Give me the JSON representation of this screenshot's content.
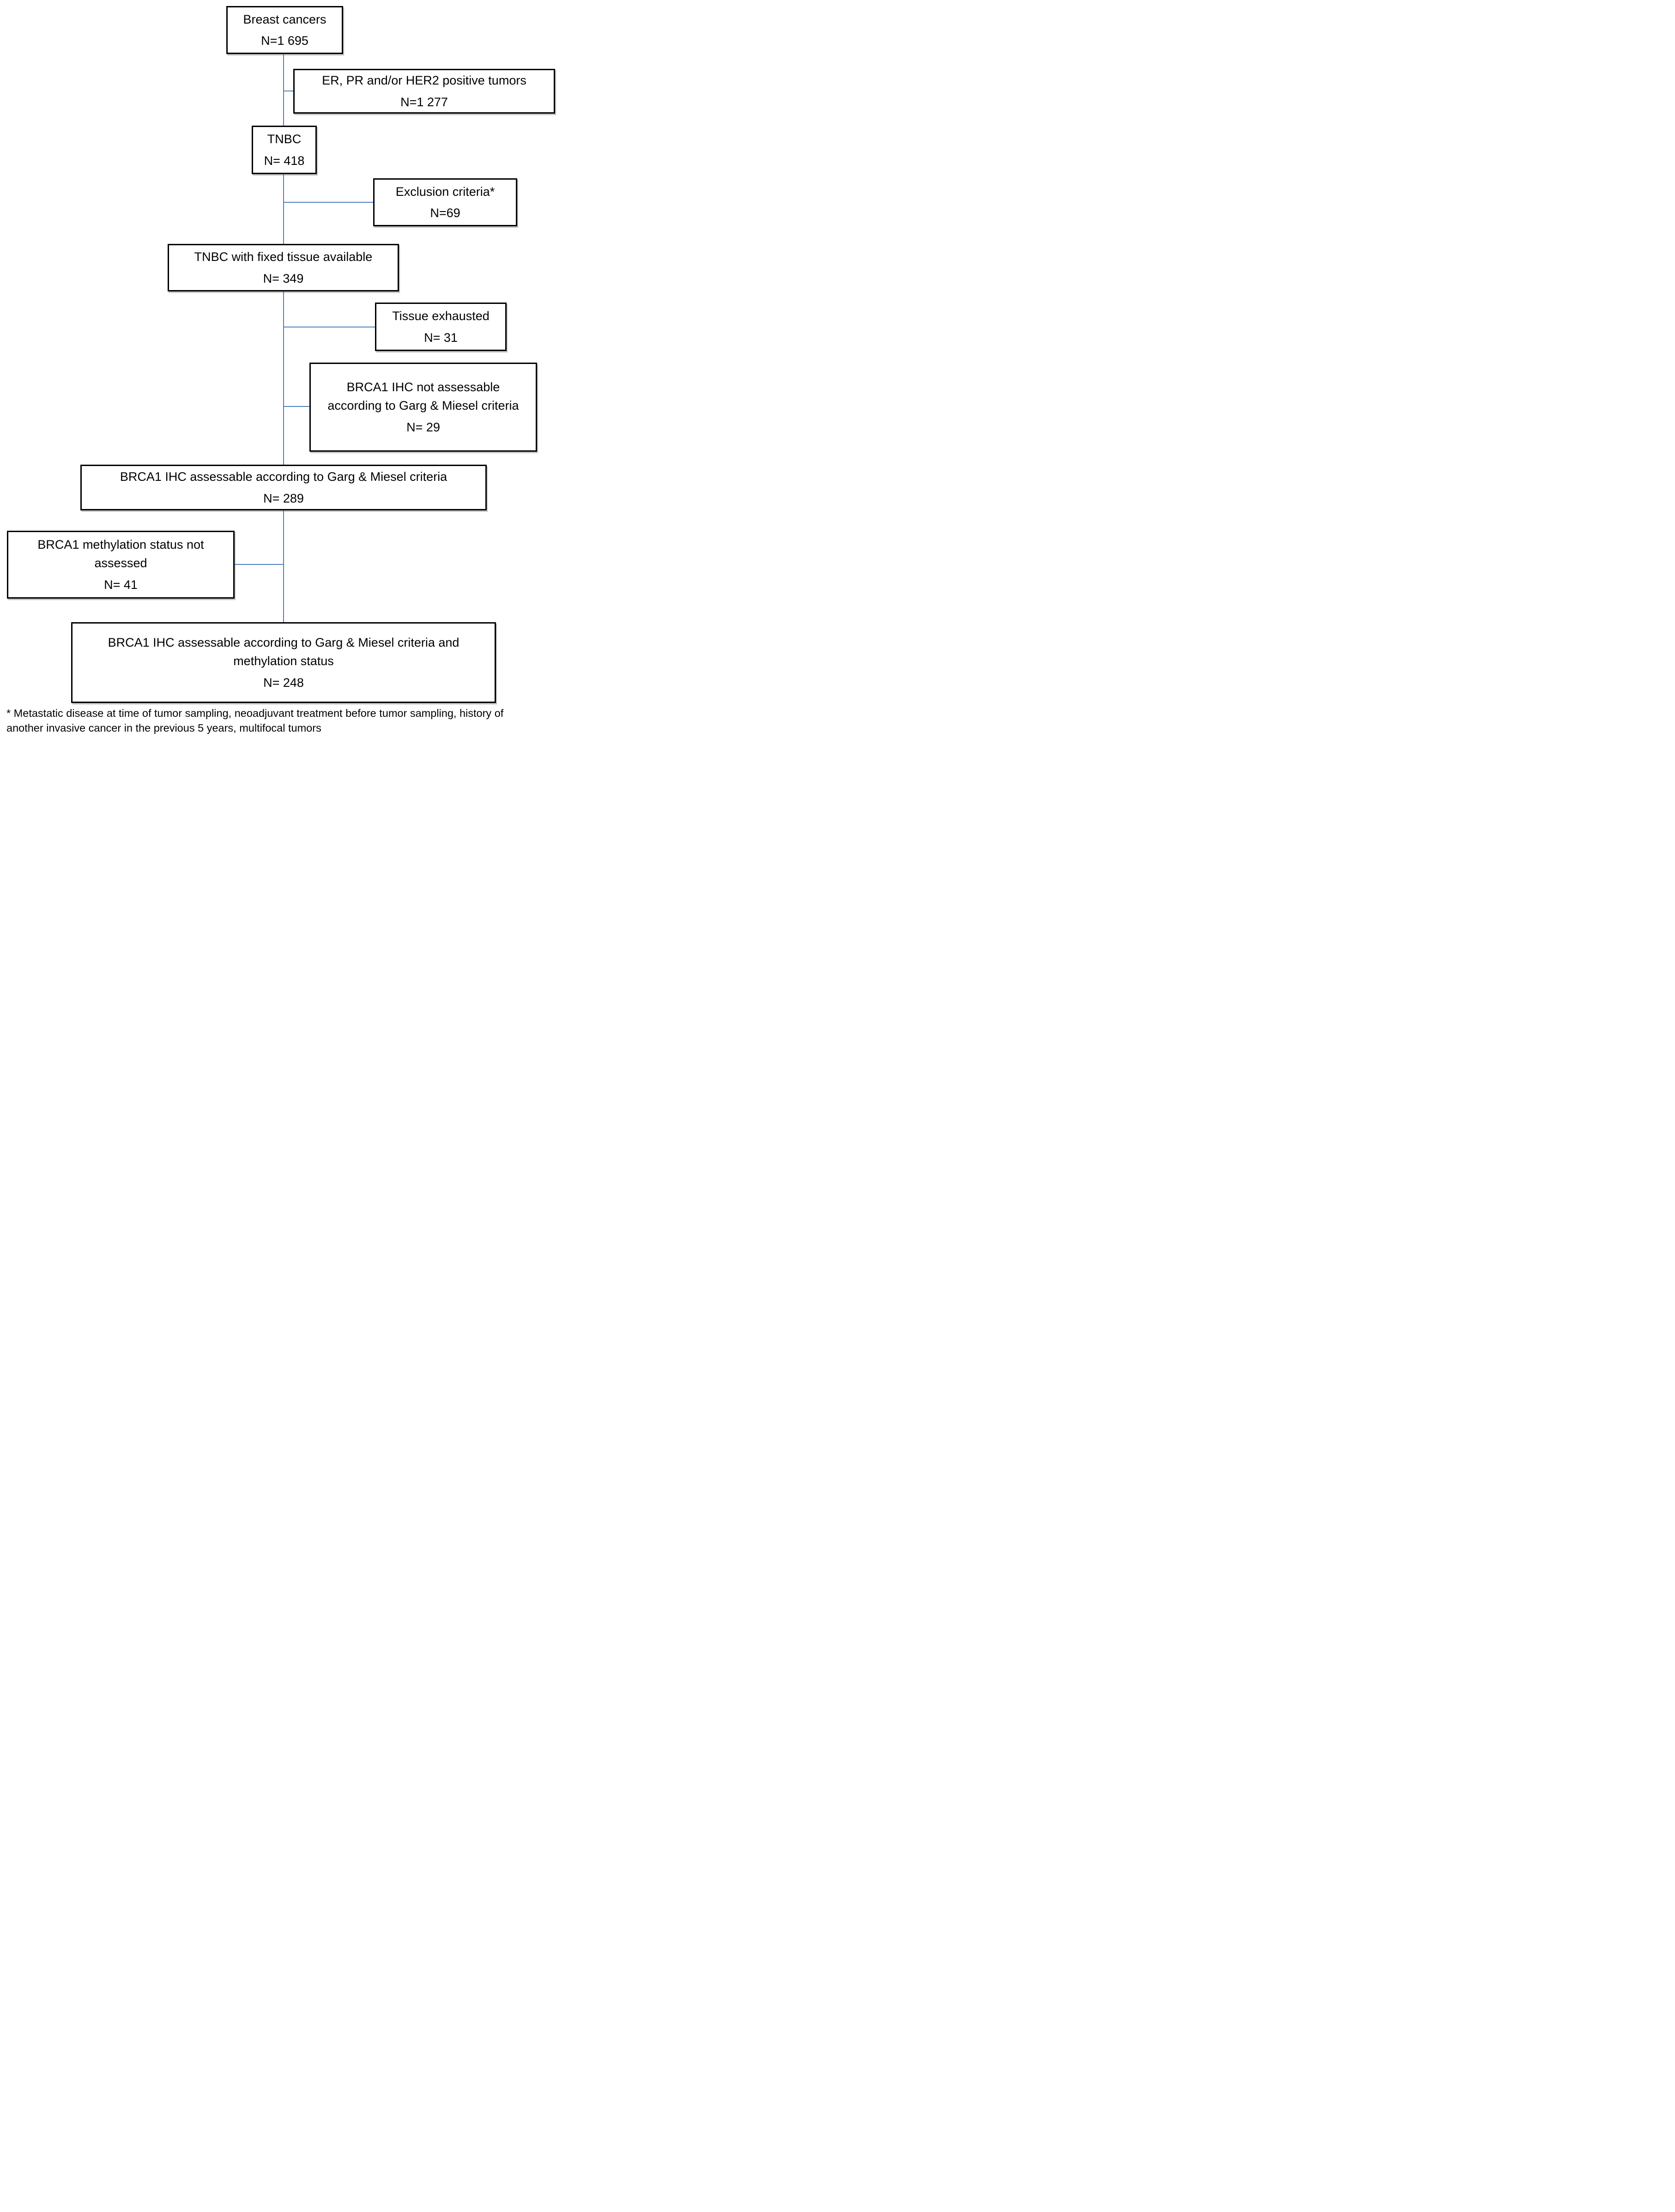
{
  "figure": {
    "type": "study-flow-diagram",
    "background_color": "#ffffff",
    "connector_color": "#4f81bd",
    "box_border_color": "#000000",
    "text_color": "#000000"
  },
  "nodes": [
    {
      "label": "Breast cancers",
      "n": "N=1 695"
    },
    {
      "label": "ER, PR and/or HER2 positive tumors",
      "n": "N=1 277"
    },
    {
      "label": "TNBC",
      "n": "N= 418"
    },
    {
      "label": "Exclusion criteria*",
      "n": "N=69"
    },
    {
      "label": "TNBC with fixed tissue available",
      "n": "N= 349"
    },
    {
      "label": "Tissue exhausted",
      "n": "N= 31"
    },
    {
      "label": "BRCA1 IHC not assessable according to Garg & Miesel criteria",
      "n": "N= 29"
    },
    {
      "label": "BRCA1 IHC assessable according to Garg & Miesel criteria",
      "n": "N= 289"
    },
    {
      "label": "BRCA1 methylation status not assessed",
      "n": "N= 41"
    },
    {
      "label": "BRCA1 IHC assessable according to Garg & Miesel criteria and methylation status",
      "n": "N= 248"
    }
  ],
  "edges": [
    {
      "from": 0,
      "to": 1,
      "kind": "branch-right"
    },
    {
      "from": 0,
      "to": 2,
      "kind": "main"
    },
    {
      "from": 2,
      "to": 3,
      "kind": "branch-right"
    },
    {
      "from": 2,
      "to": 4,
      "kind": "main"
    },
    {
      "from": 4,
      "to": 5,
      "kind": "branch-right"
    },
    {
      "from": 4,
      "to": 6,
      "kind": "branch-right"
    },
    {
      "from": 4,
      "to": 7,
      "kind": "main"
    },
    {
      "from": 7,
      "to": 8,
      "kind": "branch-left"
    },
    {
      "from": 7,
      "to": 9,
      "kind": "main"
    }
  ],
  "footnote": "* Metastatic disease at time of tumor sampling, neoadjuvant treatment before tumor sampling, history of another invasive cancer in the previous 5 years, multifocal tumors"
}
